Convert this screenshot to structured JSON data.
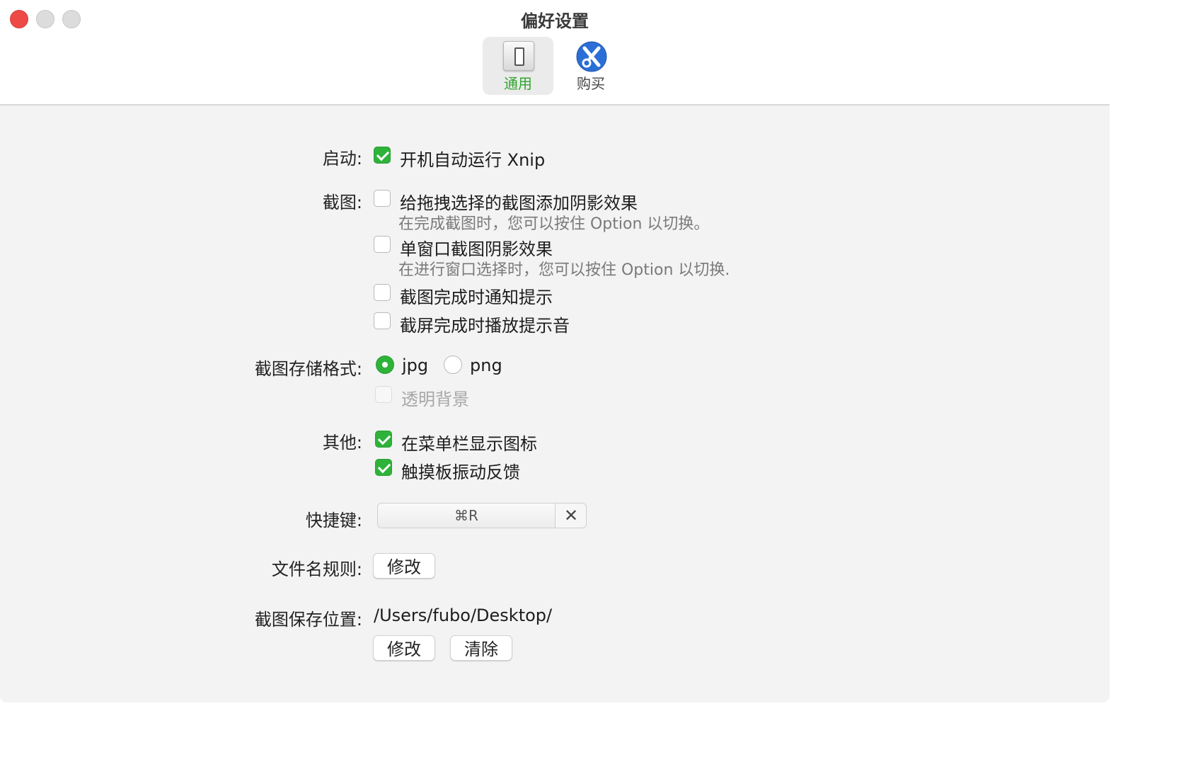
{
  "window": {
    "title": "偏好设置"
  },
  "tabs": [
    {
      "label": "通用",
      "icon": "switch-icon",
      "selected": true
    },
    {
      "label": "购买",
      "icon": "xnip-buy-icon",
      "selected": false
    }
  ],
  "colors": {
    "accent": "#2fb23a",
    "close": "#ee4a45"
  },
  "startup": {
    "label": "启动:",
    "launch_at_login": {
      "label": "开机自动运行 Xnip",
      "checked": true
    }
  },
  "capture": {
    "label": "截图:",
    "drag_shadow": {
      "label": "给拖拽选择的截图添加阴影效果",
      "hint": "在完成截图时，您可以按住 Option 以切换。",
      "checked": false
    },
    "window_shadow": {
      "label": "单窗口截图阴影效果",
      "hint": "在进行窗口选择时，您可以按住 Option 以切换.",
      "checked": false
    },
    "notify": {
      "label": "截图完成时通知提示",
      "checked": false
    },
    "sound": {
      "label": "截屏完成时播放提示音",
      "checked": false
    }
  },
  "format": {
    "label": "截图存储格式:",
    "jpg": {
      "label": "jpg",
      "selected": true
    },
    "png": {
      "label": "png",
      "selected": false
    },
    "transparent": {
      "label": "透明背景",
      "disabled": true
    }
  },
  "other": {
    "label": "其他:",
    "menubar_icon": {
      "label": "在菜单栏显示图标",
      "checked": true
    },
    "haptic": {
      "label": "触摸板振动反馈",
      "checked": true
    }
  },
  "shortcut": {
    "label": "快捷键:",
    "value": "⌘R",
    "clear": "✕"
  },
  "filename": {
    "label": "文件名规则:",
    "modify": "修改"
  },
  "save_location": {
    "label": "截图保存位置:",
    "path": "/Users/fubo/Desktop/",
    "modify": "修改",
    "clear": "清除"
  }
}
